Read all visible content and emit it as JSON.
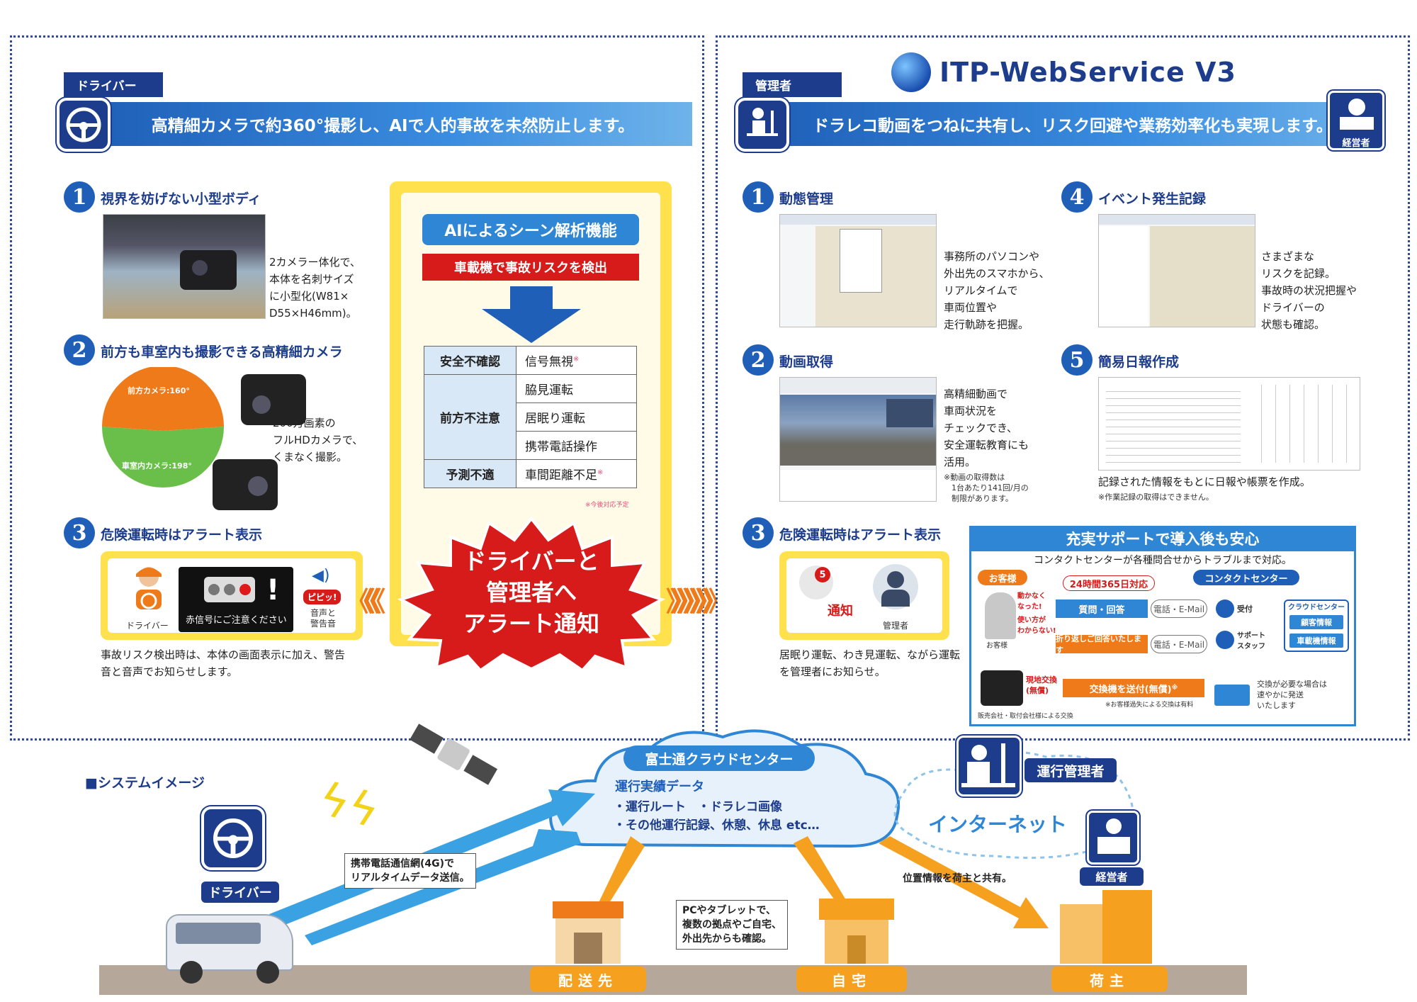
{
  "left": {
    "tag": "ドライバー",
    "banner": "高精細カメラで約360°撮影し、AIで人的事故を未然防止します。",
    "sec1": {
      "num": "1",
      "title": "視界を妨げない小型ボディ",
      "text": "2カメラー体化で、\n本体を名刺サイズ\nに小型化(W81×\nD55×H46mm)。"
    },
    "sec2": {
      "num": "2",
      "title": "前方も車室内も撮影できる高精細カメラ",
      "front": "前方カメラ:160°",
      "rear": "車室内カメラ:198°",
      "text": "200万画素の\nフルHDカメラで、\nくまなく撮影。"
    },
    "sec3": {
      "num": "3",
      "title": "危険運転時はアラート表示",
      "driver": "ドライバー",
      "screen": "赤信号にご注意ください",
      "beep": "ピピッ!",
      "sound": "音声と\n警告音",
      "text": "事故リスク検出時は、本体の画面表示に加え、警告\n音と音声でお知らせします。"
    }
  },
  "ai": {
    "title": "AIによるシーン解析機能",
    "subtitle": "車載機で事故リスクを検出",
    "rows": [
      {
        "cat": "安全不確認",
        "item": "信号無視",
        "mark": "※"
      },
      {
        "cat": "前方不注意",
        "item": "脇見運転",
        "mark": ""
      },
      {
        "cat": "",
        "item": "居眠り運転",
        "mark": ""
      },
      {
        "cat": "",
        "item": "携帯電話操作",
        "mark": ""
      },
      {
        "cat": "予測不適",
        "item": "車間距離不足",
        "mark": "※"
      }
    ],
    "footnote": "※今後対応予定",
    "alert": "ドライバーと\n管理者へ\nアラート通知"
  },
  "right": {
    "tag": "管理者",
    "logo": "ITP-WebService V3",
    "banner": "ドラレコ動画をつねに共有し、リスク回避や業務効率化も実現します。",
    "exec": "経営者",
    "sec1": {
      "num": "1",
      "title": "動態管理",
      "text": "事務所のパソコンや\n外出先のスマホから、\nリアルタイムで\n車両位置や\n走行軌跡を把握。"
    },
    "sec2": {
      "num": "2",
      "title": "動画取得",
      "text": "高精細動画で\n車両状況を\nチェックでき、\n安全運転教育にも\n活用。",
      "note": "※動画の取得数は\n　1台あたり141回/月の\n　制限があります。"
    },
    "sec3": {
      "num": "3",
      "title": "危険運転時はアラート表示",
      "badge": "5",
      "notify": "通知",
      "manager": "管理者",
      "text": "居眠り運転、わき見運転、ながら運転\nを管理者にお知らせ。"
    },
    "sec4": {
      "num": "4",
      "title": "イベント発生記録",
      "text": "さまざまな\nリスクを記録。\n事故時の状況把握や\nドライバーの\n状態も確認。"
    },
    "sec5": {
      "num": "5",
      "title": "簡易日報作成",
      "text": "記録された情報をもとに日報や帳票を作成。",
      "note": "※作業記録の取得はできません。"
    }
  },
  "support": {
    "title": "充実サポートで導入後も安心",
    "sub": "コンタクトセンターが各種問合せからトラブルまで対応。",
    "customer": "お客様",
    "center": "コンタクトセンター",
    "hours": "24時間365日対応",
    "worried1": "動かなく\nなった!",
    "worried2": "使い方が\nわからない!",
    "customer2": "お客様",
    "qa": "質問・回答",
    "mail1": "電話・E-Mail",
    "reception": "受付",
    "staff": "サポート\nスタッフ",
    "callback": "折り返しご回答いたします",
    "mail2": "電話・E-Mail",
    "cloud": "クラウドセンター",
    "info1": "顧客情報",
    "info2": "車載機情報",
    "exchange": "現地交換\n(無償)",
    "send": "交換機を送付(無償)",
    "send_mark": "※",
    "fee": "※お客様過失による交換は有料",
    "dealer": "販売会社・取付会社様による交換",
    "when": "交換が必要な場合は\n速やかに発送\nいたします"
  },
  "system": {
    "heading": "■システムイメージ",
    "cloud_title": "富士通クラウドセンター",
    "cloud_sub": "運行実績データ",
    "cloud_l1": "・運行ルート　・ドラレコ画像",
    "cloud_l2": "・その他運行記録、休憩、休息 etc…",
    "driver": "ドライバー",
    "network": "携帯電話通信網(4G)で\nリアルタイムデータ送信。",
    "ops": "運行管理者",
    "internet": "インターネット",
    "exec": "経営者",
    "share": "位置情報を荷主と共有。",
    "pc": "PCやタブレットで、\n複数の拠点やご自宅、\n外出先からも確認。",
    "p1": "配送先",
    "p2": "自宅",
    "p3": "荷主"
  }
}
